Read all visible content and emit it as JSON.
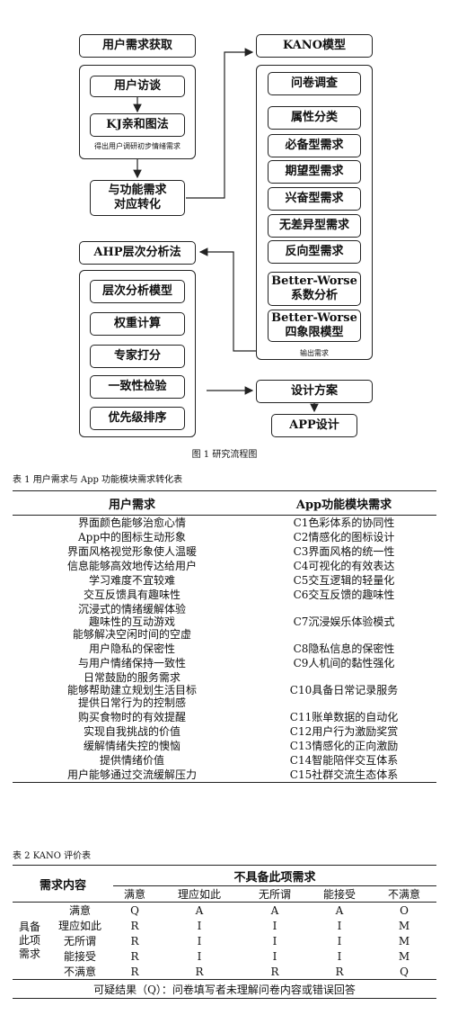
{
  "flow": {
    "left_top": "用户需求获取",
    "interview": "用户访谈",
    "kj": "KJ亲和图法",
    "kj_note": "得出用户调研初步情绪需求",
    "convert": "与功能需求\n对应转化",
    "ahp": "AHP层次分析法",
    "ahp_items": [
      "层次分析模型",
      "权重计算",
      "专家打分",
      "一致性检验",
      "优先级排序"
    ],
    "kano": "KANO模型",
    "kano_items": [
      "问卷调查",
      "属性分类",
      "必备型需求",
      "期望型需求",
      "兴奋型需求",
      "无差异型需求",
      "反向型需求",
      "Better-Worse\n系数分析",
      "Better-Worse\n四象限模型"
    ],
    "kano_note": "输出需求",
    "design": "设计方案",
    "app": "APP设计",
    "caption": "图 1  研究流程图"
  },
  "table1": {
    "caption": "表 1 用户需求与 App 功能模块需求转化表",
    "headers": [
      "用户需求",
      "App功能模块需求"
    ],
    "rows": [
      [
        "界面颜色能够治愈心情",
        "C1色彩体系的协同性"
      ],
      [
        "App中的图标生动形象",
        "C2情感化的图标设计"
      ],
      [
        "界面风格视觉形象使人温暖",
        "C3界面风格的统一性"
      ],
      [
        "信息能够高效地传达给用户",
        "C4可视化的有效表达"
      ],
      [
        "学习难度不宜较难",
        "C5交互逻辑的轻量化"
      ],
      [
        "交互反馈具有趣味性",
        "C6交互反馈的趣味性"
      ],
      [
        "沉浸式的情绪缓解体验\n趣味性的互动游戏\n能够解决空闲时间的空虚",
        "C7沉浸娱乐体验模式"
      ],
      [
        "用户隐私的保密性",
        "C8隐私信息的保密性"
      ],
      [
        "与用户情绪保持一致性",
        "C9人机间的黏性强化"
      ],
      [
        "日常鼓励的服务需求\n能够帮助建立规划生活目标\n提供日常行为的控制感",
        "C10具备日常记录服务"
      ],
      [
        "购买食物时的有效提醒",
        "C11账单数据的自动化"
      ],
      [
        "实现自我挑战的价值",
        "C12用户行为激励奖赏"
      ],
      [
        "缓解情绪失控的懊恼",
        "C13情感化的正向激励"
      ],
      [
        "提供情绪价值",
        "C14智能陪伴交互体系"
      ],
      [
        "用户能够通过交流缓解压力",
        "C15社群交流生态体系"
      ]
    ]
  },
  "table2": {
    "caption": "表 2  KANO 评价表",
    "corner": "需求内容",
    "top_header": "不具备此项需求",
    "col_headers": [
      "满意",
      "理应如此",
      "无所谓",
      "能接受",
      "不满意"
    ],
    "row_group": "具备\n此项\n需求",
    "rows": [
      {
        "label": "满意",
        "cells": [
          "Q",
          "A",
          "A",
          "A",
          "O"
        ]
      },
      {
        "label": "理应如此",
        "cells": [
          "R",
          "I",
          "I",
          "I",
          "M"
        ]
      },
      {
        "label": "无所谓",
        "cells": [
          "R",
          "I",
          "I",
          "I",
          "M"
        ]
      },
      {
        "label": "能接受",
        "cells": [
          "R",
          "I",
          "I",
          "I",
          "M"
        ]
      },
      {
        "label": "不满意",
        "cells": [
          "R",
          "R",
          "R",
          "R",
          "Q"
        ]
      }
    ],
    "footnote": "可疑结果（Q）：问卷填写者未理解问卷内容或错误回答"
  }
}
